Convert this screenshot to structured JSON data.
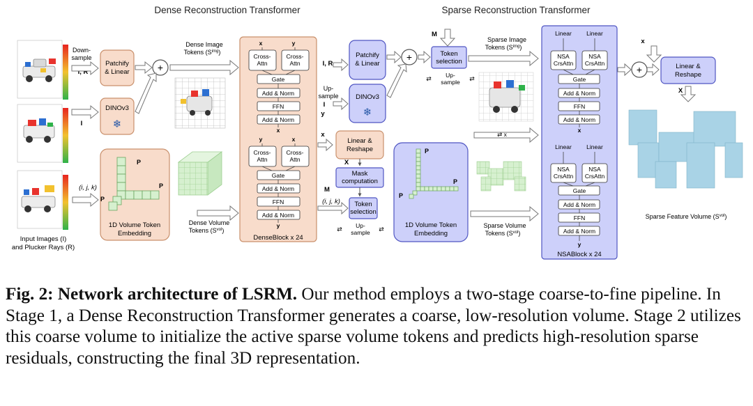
{
  "titles": {
    "dense": "Dense Reconstruction Transformer",
    "sparse": "Sparse Reconstruction Transformer"
  },
  "inputs": {
    "downsample": [
      "Down-",
      "sample"
    ],
    "IR": "I, R",
    "I": "I",
    "ijk": "(i, j, k)",
    "caption_lines": [
      "Input Images (I)",
      "and Plucker Rays (R)"
    ]
  },
  "dense": {
    "patchify": [
      "Patchify",
      "& Linear"
    ],
    "dinov3": "DINOv3",
    "volume_embed": [
      "1D Volume Token",
      "Embedding"
    ],
    "image_tokens": [
      "Dense Image",
      "Tokens (S"
    ],
    "image_tokens_sup": "img",
    "image_tokens_sub": "d",
    "volume_tokens": [
      "Dense Volume",
      "Tokens (S"
    ],
    "volume_tokens_sup": "vol",
    "volume_tokens_sub": "d",
    "px": "P",
    "py": "P",
    "pz": "P"
  },
  "denseblock": {
    "x_prev": "x",
    "y_prev": "y",
    "cross_attn": [
      "Cross-",
      "Attn"
    ],
    "gate": "Gate",
    "add_norm": "Add & Norm",
    "ffn": "FFN",
    "xm": "x",
    "ym": "y",
    "label": "DenseBlock x 24"
  },
  "middle": {
    "IR": "I, R",
    "upsample": [
      "Up-",
      "sample"
    ],
    "I": "I",
    "yd": "y",
    "xd": "x",
    "patchify": [
      "Patchify",
      "& Linear"
    ],
    "dinov3": "DINOv3",
    "linear_reshape": [
      "Linear &",
      "Reshape"
    ],
    "xd2": "X",
    "mask_computation": [
      "Mask",
      "computation"
    ],
    "mvol": "M",
    "ijk": "(i, j, k)",
    "token_selection": [
      "Token",
      "selection"
    ],
    "upsample_lower": [
      "Up-",
      "sample"
    ],
    "mimg": "M",
    "upsample_upper": [
      "Up-",
      "sample"
    ]
  },
  "sparse": {
    "volume_embed": [
      "1D Volume Token",
      "Embedding"
    ],
    "image_tokens": [
      "Sparse Image",
      "Tokens (S"
    ],
    "image_tokens_sup": "img",
    "volume_tokens": [
      "Sparse Volume",
      "Tokens (S"
    ],
    "volume_tokens_sup": "vol",
    "px": "P",
    "py": "P",
    "pz": "P",
    "xy_up": "x",
    "feature_volume": "Sparse Feature Volume (S",
    "feature_volume_sup": "vol"
  },
  "nsablock": {
    "linear_labels": [
      "Linear",
      "Linear"
    ],
    "nsa": [
      "NSA",
      "CrsAttn"
    ],
    "gate": "Gate",
    "add_norm": "Add & Norm",
    "ffn": "FFN",
    "xm": "x",
    "ym": "y",
    "label": "NSABlock x 24"
  },
  "output": {
    "xd_up": "x",
    "linear_reshape": [
      "Linear &",
      "Reshape"
    ],
    "xs": "X"
  },
  "caption": {
    "label": "Fig. 2: Network architecture of LSRM.",
    "text": " Our method employs a two-stage coarse-to-fine pipeline. In Stage 1, a Dense Reconstruction Transformer generates a coarse, low-resolution volume. Stage 2 utilizes this coarse volume to initialize the active sparse volume tokens and predicts high-resolution sparse residuals, constructing the final 3D representation."
  },
  "colors": {
    "dense_fill": "#f8dccb",
    "dense_stroke": "#c9906c",
    "sparse_fill": "#cdd0fa",
    "sparse_stroke": "#4f55c2",
    "white_box": "#ffffff"
  }
}
